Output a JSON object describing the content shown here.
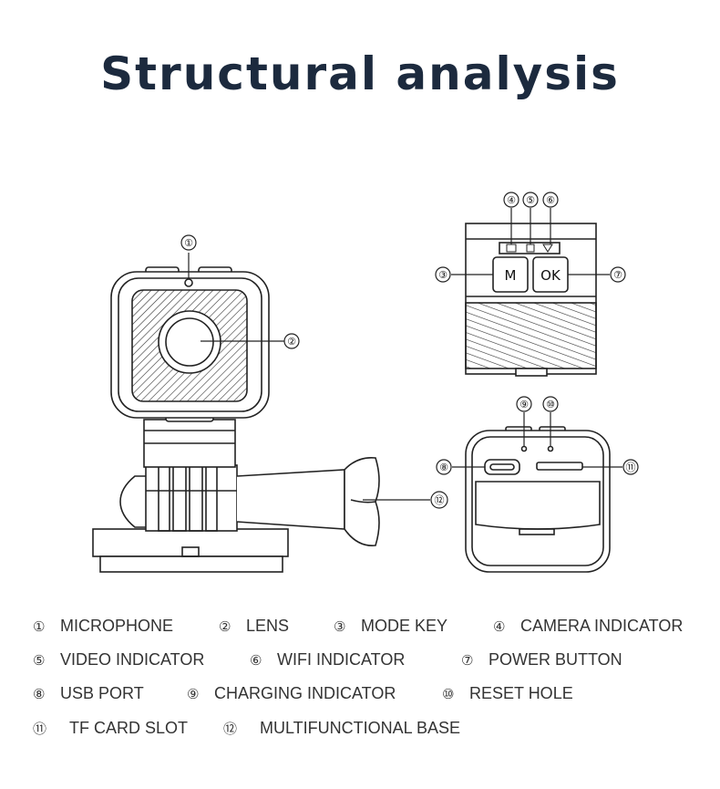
{
  "title": "Structural analysis",
  "callouts": {
    "c1": "①",
    "c2": "②",
    "c3": "③",
    "c4": "④",
    "c5": "⑤",
    "c6": "⑥",
    "c7": "⑦",
    "c8": "⑧",
    "c9": "⑨",
    "c10": "⑩",
    "c11": "⑪",
    "c12": "⑫"
  },
  "buttons": {
    "mode": "M",
    "ok": "OK"
  },
  "legend": [
    {
      "num": "①",
      "label": "MICROPHONE"
    },
    {
      "num": "②",
      "label": "LENS"
    },
    {
      "num": "③",
      "label": "MODE KEY"
    },
    {
      "num": "④",
      "label": "CAMERA INDICATOR"
    },
    {
      "num": "⑤",
      "label": "VIDEO INDICATOR"
    },
    {
      "num": "⑥",
      "label": "WIFI INDICATOR"
    },
    {
      "num": "⑦",
      "label": "POWER BUTTON"
    },
    {
      "num": "⑧",
      "label": "USB PORT"
    },
    {
      "num": "⑨",
      "label": "CHARGING INDICATOR"
    },
    {
      "num": "⑩",
      "label": "RESET HOLE"
    },
    {
      "num": "⑪",
      "label": "TF CARD SLOT"
    },
    {
      "num": "⑫",
      "label": "MULTIFUNCTIONAL BASE"
    }
  ]
}
